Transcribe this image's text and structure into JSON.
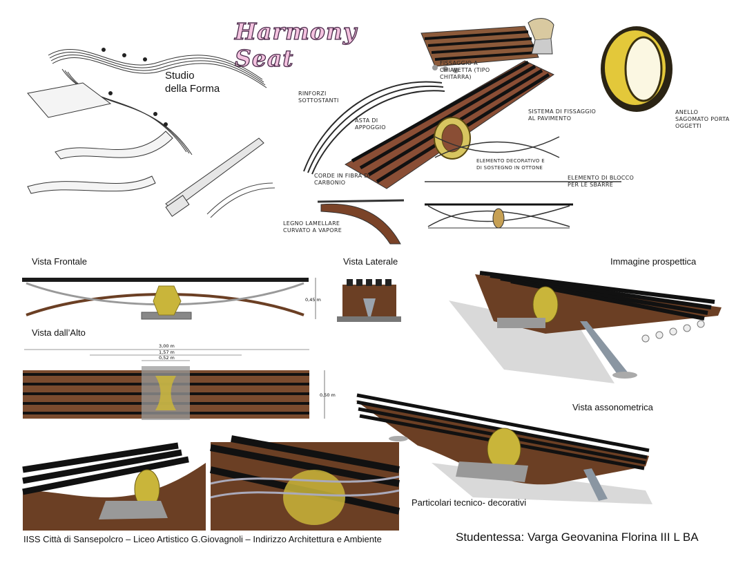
{
  "title": "Harmony Seat",
  "sketch": {
    "studio_forma": "Studio\ndella Forma",
    "annotations": {
      "fissaggio": "Fissaggio a chiavetta (tipo chitarra)",
      "rinforzi": "Rinforzi sottostanti",
      "asta": "Asta di appoggio",
      "corde": "Corde in fibra di carbonio",
      "sistema": "Sistema di fissaggio al pavimento",
      "elemento_decorativo": "Elemento decorativo e di sostegno in ottone",
      "elemento_blocco": "Elemento di blocco per le sbarre",
      "anello": "Anello sagomato porta oggetti",
      "legno": "Legno lamellare curvato a vapore"
    }
  },
  "views": {
    "frontale": "Vista Frontale",
    "laterale": "Vista Laterale",
    "prospettica": "Immagine prospettica",
    "alto": "Vista dall’Alto",
    "assonometrica": "Vista assonometrica",
    "particolari": "Particolari tecnico- decorativi"
  },
  "dimensions": {
    "height": "0,45 m",
    "total": "3,00 m",
    "inner": "1,57 m",
    "center": "0,52 m",
    "depth": "0,50 m"
  },
  "footer": {
    "school": "IISS Città di Sansepolcro – Liceo Artistico G.Giovagnoli – Indirizzo Architettura e Ambiente",
    "student": "Studentessa: Varga  Geovanina Florina  III L BA"
  },
  "colors": {
    "wood": "#6b3f24",
    "brass": "#c9b53a",
    "bars": "#111111",
    "title_fill": "#e9a7d0"
  }
}
